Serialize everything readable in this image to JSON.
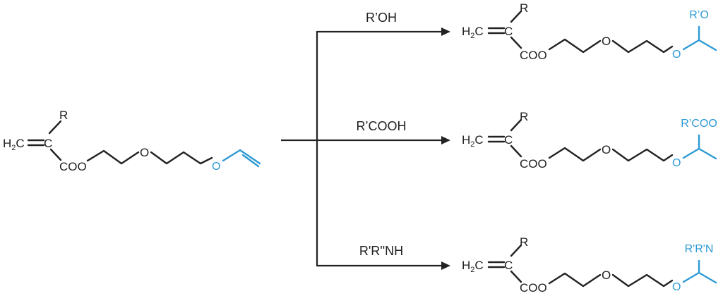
{
  "colors": {
    "bond": "#222222",
    "highlight": "#2e9ad6"
  },
  "reactant": {
    "r": "R",
    "h2c_main": "H",
    "h2c_sub": "2",
    "h2c_c": "C",
    "c_label": "C",
    "ester": "COO",
    "ether_o": "O",
    "vinyl_o": "O"
  },
  "reagents": [
    "R’OH",
    "R’COOH",
    "R'R''NH"
  ],
  "products": [
    {
      "r": "R",
      "h2c_main": "H",
      "h2c_sub": "2",
      "h2c_c": "C",
      "c_label": "C",
      "ester": "COO",
      "ether_o": "O",
      "acetal_o": "O",
      "group": "R’O"
    },
    {
      "r": "R",
      "h2c_main": "H",
      "h2c_sub": "2",
      "h2c_c": "C",
      "c_label": "C",
      "ester": "COO",
      "ether_o": "O",
      "acetal_o": "O",
      "group": "R’COO"
    },
    {
      "r": "R",
      "h2c_main": "H",
      "h2c_sub": "2",
      "h2c_c": "C",
      "c_label": "C",
      "ester": "COO",
      "ether_o": "O",
      "acetal_o": "O",
      "group": "R'R'N"
    }
  ]
}
